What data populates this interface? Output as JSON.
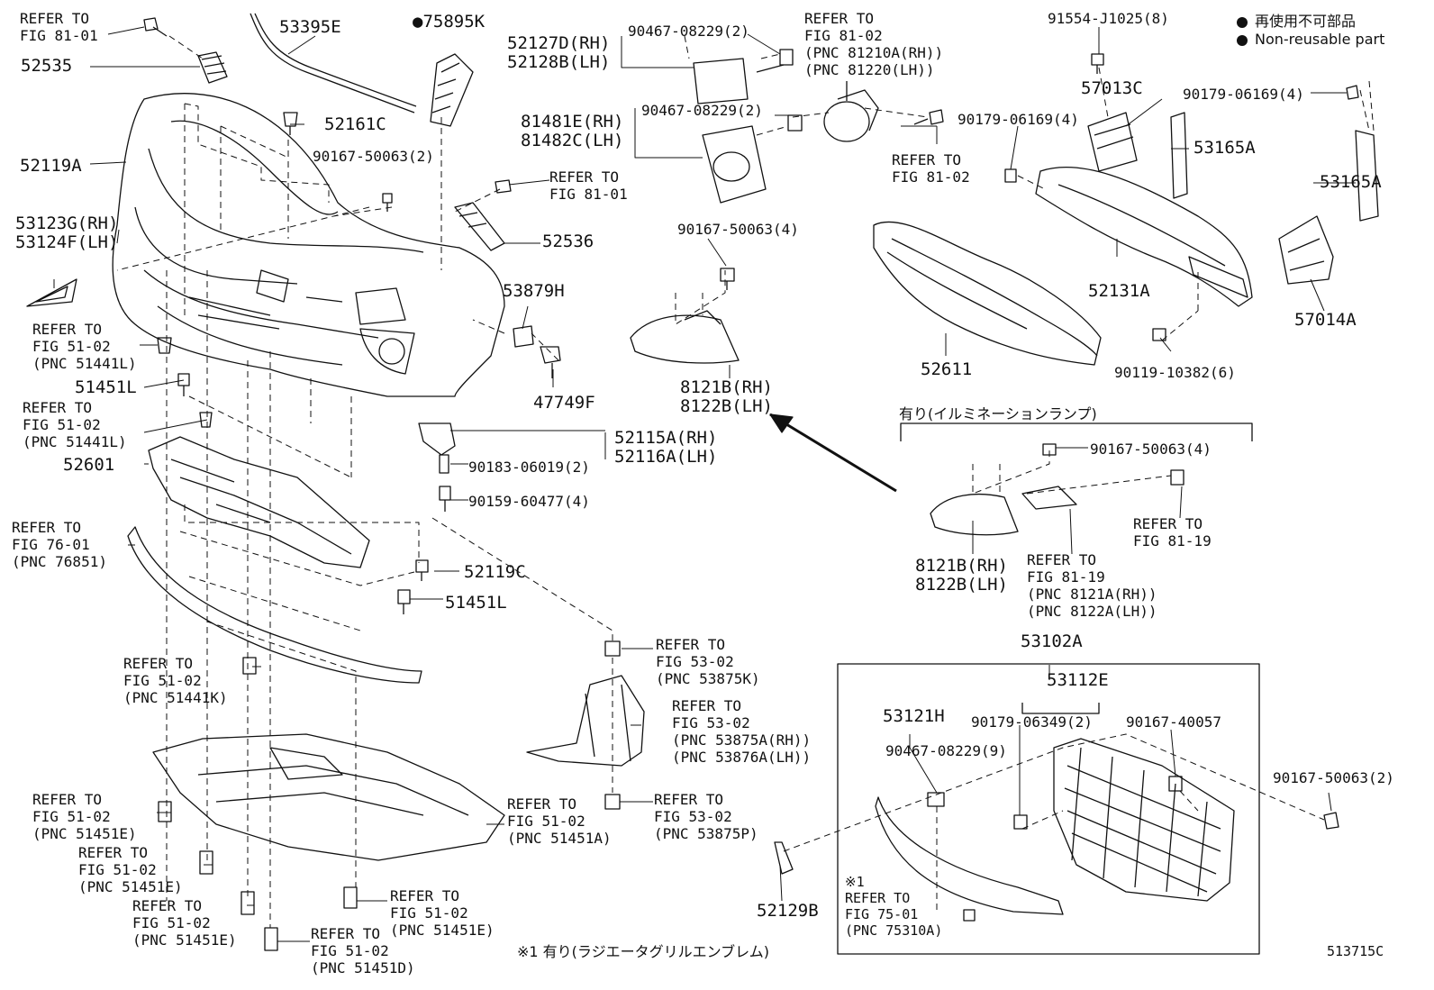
{
  "legend": {
    "line1": "再使用不可部品",
    "line2": "Non-reusable part"
  },
  "labels": {
    "l01": "REFER TO\nFIG 81-01",
    "l02": "52535",
    "l03": "53395E",
    "l04": "75895K",
    "l05": "52127D(RH)\n52128B(LH)",
    "l06": "90467-08229(2)",
    "l07": "REFER TO\nFIG 81-02\n(PNC 81210A(RH))\n(PNC 81220(LH))",
    "l08": "91554-J1025(8)",
    "l09": "52161C",
    "l10": "81481E(RH)\n81482C(LH)",
    "l11": "90467-08229(2)",
    "l12": "57013C",
    "l13": "90179-06169(4)",
    "l14": "90179-06169(4)",
    "l15": "52119A",
    "l16": "90167-50063(2)",
    "l17": "REFER TO\nFIG 81-01",
    "l18": "REFER TO\nFIG 81-02",
    "l19": "53165A",
    "l20": "53165A",
    "l21": "53123G(RH)\n53124F(LH)",
    "l22": "52536",
    "l23": "90167-50063(4)",
    "l24": "52131A",
    "l25": "57014A",
    "l26": "53879H",
    "l27": "52611",
    "l28": "REFER TO\nFIG 51-02\n(PNC 51441L)",
    "l29": "90119-10382(6)",
    "l30": "51451L",
    "l31": "47749F",
    "l32": "8121B(RH)\n8122B(LH)",
    "l33": "REFER TO\nFIG 51-02\n(PNC 51441L)",
    "l34": "52115A(RH)\n52116A(LH)",
    "l35": "有り(イルミネーションランプ)",
    "l36": "52601",
    "l37": "90183-06019(2)",
    "l38": "90167-50063(4)",
    "l39": "90159-60477(4)",
    "l40": "REFER TO\nFIG 76-01\n(PNC 76851)",
    "l41": "REFER TO\nFIG 81-19",
    "l42": "52119C",
    "l43": "8121B(RH)\n8122B(LH)",
    "l44": "REFER TO\nFIG 81-19\n(PNC 8121A(RH))\n(PNC 8122A(LH))",
    "l45": "51451L",
    "l46": "53102A",
    "l47": "REFER TO\nFIG 53-02\n(PNC 53875K)",
    "l48": "REFER TO\nFIG 51-02\n(PNC 51441K)",
    "l49": "53112E",
    "l50": "53121H",
    "l51": "REFER TO\nFIG 53-02\n(PNC 53875A(RH))\n(PNC 53876A(LH))",
    "l52": "90179-06349(2)",
    "l53": "90167-40057",
    "l54": "90467-08229(9)",
    "l55": "90167-50063(2)",
    "l56": "REFER TO\nFIG 51-02\n(PNC 51451E)",
    "l57": "REFER TO\nFIG 51-02\n(PNC 51451A)",
    "l58": "REFER TO\nFIG 53-02\n(PNC 53875P)",
    "l59": "REFER TO\nFIG 51-02\n(PNC 51451E)",
    "l60": "REFER TO\nFIG 51-02\n(PNC 51451E)",
    "l61": "REFER TO\nFIG 51-02\n(PNC 51451E)",
    "l62": "52129B",
    "l63": "※1\nREFER TO\nFIG 75-01\n(PNC 75310A)",
    "l64": "REFER TO\nFIG 51-02\n(PNC 51451D)",
    "l65": "※1 有り(ラジエータグリルエンブレム)",
    "l66": "513715C"
  }
}
